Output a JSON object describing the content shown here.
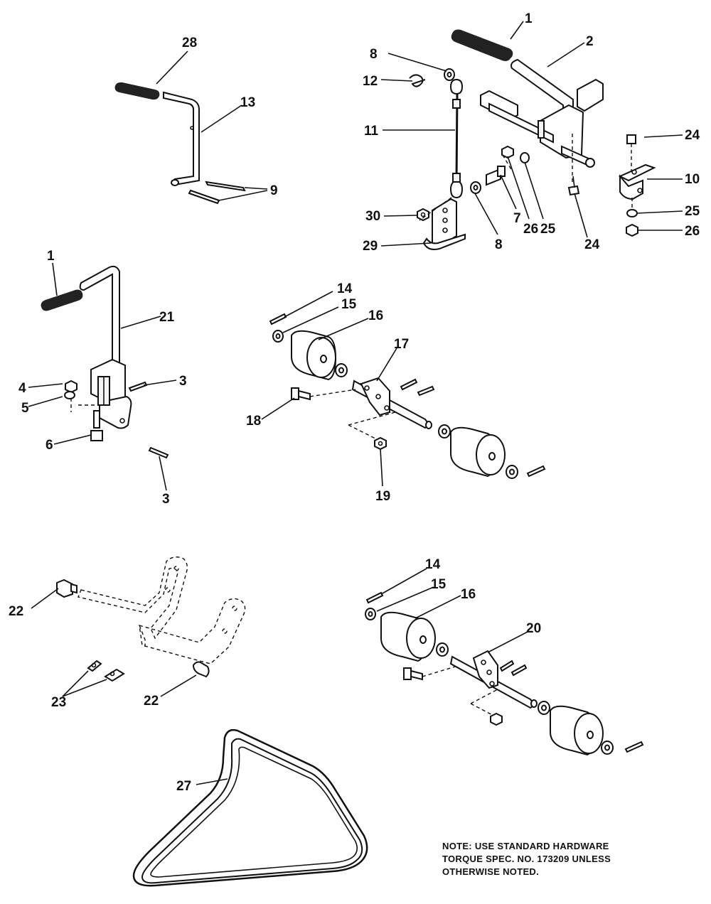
{
  "labels": {
    "p1a": "1",
    "p2": "2",
    "p8a": "8",
    "p12": "12",
    "p11": "11",
    "p24a": "24",
    "p10": "10",
    "p25a": "25",
    "p26a": "26",
    "p30": "30",
    "p29": "29",
    "p8b": "8",
    "p7": "7",
    "p26b": "26",
    "p25b": "25",
    "p24b": "24",
    "p28": "28",
    "p13": "13",
    "p9": "9",
    "p1b": "1",
    "p21": "21",
    "p4": "4",
    "p5": "5",
    "p3a": "3",
    "p6": "6",
    "p3b": "3",
    "p14a": "14",
    "p15a": "15",
    "p16a": "16",
    "p17": "17",
    "p18": "18",
    "p19": "19",
    "p22a": "22",
    "p23": "23",
    "p22b": "22",
    "p14b": "14",
    "p15b": "15",
    "p16b": "16",
    "p20": "20",
    "p27": "27"
  },
  "note": {
    "line1": "NOTE: USE STANDARD HARDWARE",
    "line2": "TORQUE SPEC. NO. 173209 UNLESS",
    "line3": "OTHERWISE NOTED."
  }
}
